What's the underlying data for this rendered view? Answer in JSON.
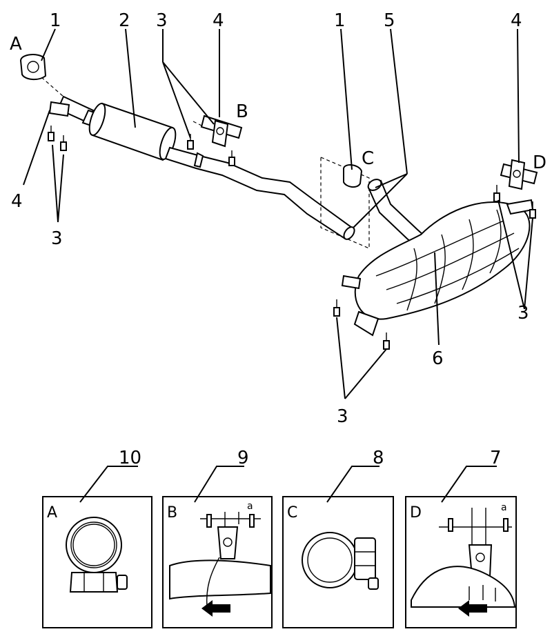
{
  "callouts": {
    "c1a": "1",
    "c2": "2",
    "c3a": "3",
    "c4a": "4",
    "c1b": "1",
    "c5": "5",
    "c4b": "4",
    "c4c": "4",
    "c3b": "3",
    "c3c": "3",
    "c6": "6",
    "c3d": "3",
    "c10": "10",
    "c9": "9",
    "c8": "8",
    "c7": "7"
  },
  "letters": {
    "A": "A",
    "B": "B",
    "C": "C",
    "D": "D"
  },
  "details": [
    {
      "letter": "A",
      "dim": ""
    },
    {
      "letter": "B",
      "dim": "a"
    },
    {
      "letter": "C",
      "dim": ""
    },
    {
      "letter": "D",
      "dim": "a"
    }
  ]
}
